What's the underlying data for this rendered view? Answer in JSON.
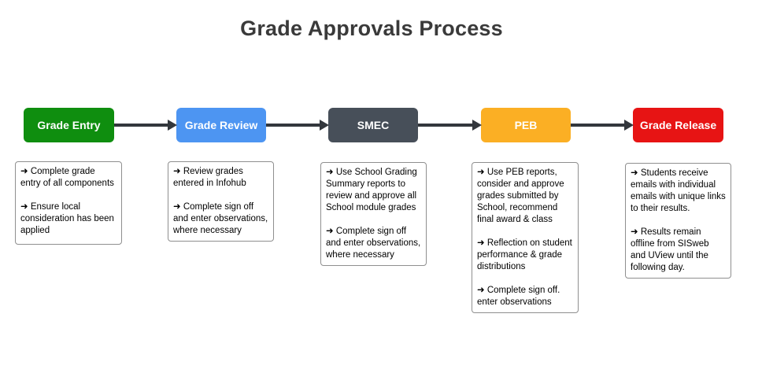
{
  "title": "Grade Approvals Process",
  "colors": {
    "title_text": "#3a3a3a",
    "arrow": "#33373c",
    "node_text": "#ffffff",
    "note_border": "#8f8f8f",
    "note_text": "#000000",
    "grade_entry": "#0f8e0f",
    "grade_review": "#4d95f2",
    "smec": "#474f59",
    "peb": "#fbaf24",
    "grade_release": "#e71414"
  },
  "stages": [
    {
      "label": "Grade Entry",
      "color": "#0f8e0f",
      "notes": [
        "➜ Complete grade entry of all components",
        "➜ Ensure local consideration has been applied"
      ]
    },
    {
      "label": "Grade Review",
      "color": "#4d95f2",
      "notes": [
        "➜ Review grades entered in Infohub",
        "➜ Complete sign off and enter observations, where necessary"
      ]
    },
    {
      "label": "SMEC",
      "color": "#474f59",
      "notes": [
        "➜ Use School Grading Summary reports to review and approve all School module grades",
        "➜ Complete sign off and enter observations, where necessary"
      ]
    },
    {
      "label": "PEB",
      "color": "#fbaf24",
      "notes": [
        "➜ Use PEB reports, consider and approve grades submitted by School, recommend final award & class",
        "➜ Reflection on student performance & grade distributions",
        "➜ Complete sign off. enter observations"
      ]
    },
    {
      "label": "Grade Release",
      "color": "#e71414",
      "notes": [
        "➜ Students receive emails with individual emails with unique links to their results.",
        "➜ Results remain offline from SISweb and UView until the following day."
      ]
    }
  ]
}
